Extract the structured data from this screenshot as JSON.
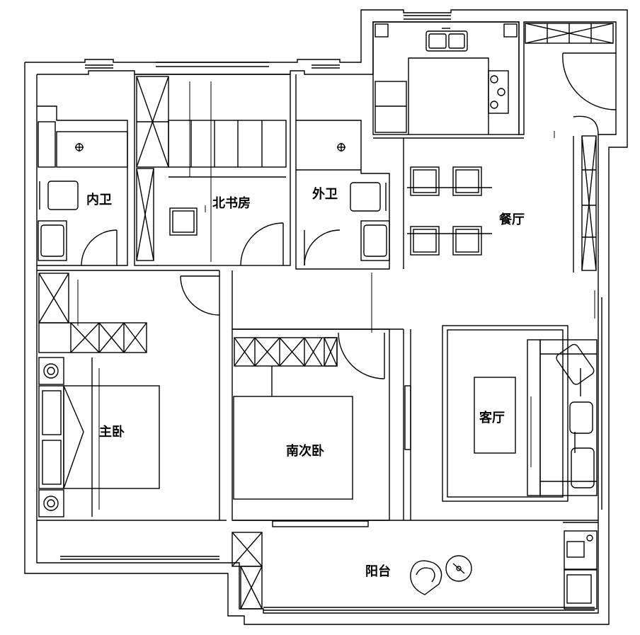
{
  "rooms": {
    "inner_bath": "内卫",
    "north_study": "北书房",
    "outer_bath": "外卫",
    "dining": "餐厅",
    "master_bedroom": "主卧",
    "south_bedroom": "南次卧",
    "living_room": "客厅",
    "balcony": "阳台"
  },
  "colors": {
    "line": "#000000",
    "background": "#ffffff"
  }
}
